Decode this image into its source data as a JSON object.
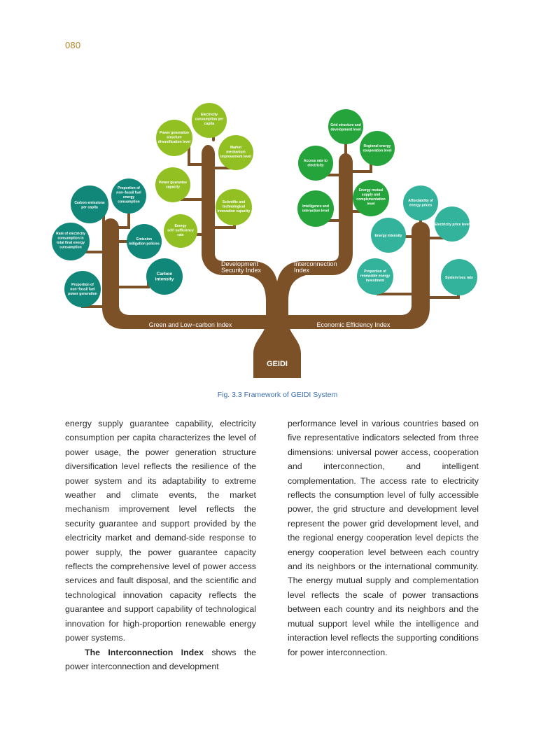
{
  "page_number": "080",
  "figure": {
    "trunk_label": "GEIDI",
    "branches": {
      "green": "Green and Low−carbon Index",
      "economic": "Economic Efficiency Index",
      "development": [
        "Development",
        "Security Index"
      ],
      "interconnection": [
        "Interconnection",
        "Index"
      ]
    },
    "nodes": {
      "carbon_emissions": [
        "Carbon emissions",
        "per capita"
      ],
      "non_fossil_consumption": [
        "Proportion of",
        "non−fossil fuel",
        "energy",
        "consumption"
      ],
      "rate_electricity": [
        "Rate of electricity",
        "consumption in",
        "total final energy",
        "consumption"
      ],
      "emission_policies": [
        "Emission",
        "mitigation policies"
      ],
      "carbon_intensity": [
        "Carbon",
        "intensity"
      ],
      "non_fossil_generation": [
        "Proportion of",
        "non−fossil fuel",
        "power generation"
      ],
      "electricity_consumption": [
        "Electricity",
        "consumption per",
        "capita"
      ],
      "generation_structure": [
        "Power generation",
        "structure",
        "diversification level"
      ],
      "market_mechanism": [
        "Market",
        "mechanism",
        "improvement level"
      ],
      "power_guarantee": [
        "Power guarantee",
        "capacity"
      ],
      "scientific_innovation": [
        "Scientific and",
        "technological",
        "innovation capacity"
      ],
      "energy_self_sufficiency": [
        "Energy",
        "self−sufficiency",
        "rate"
      ],
      "grid_structure": [
        "Grid structure and",
        "development level"
      ],
      "regional_cooperation": [
        "Regional energy",
        "cooperation level"
      ],
      "access_rate": [
        "Access rate to",
        "electricity"
      ],
      "energy_mutual_supply": [
        "Energy mutual",
        "supply and",
        "complementation",
        "level"
      ],
      "intelligence_interaction": [
        "Intelligence and",
        "interaction level"
      ],
      "affordability": [
        "Affordability of",
        "energy prices"
      ],
      "electricity_price": [
        "Electricity price level"
      ],
      "energy_intensity": [
        "Energy intensity"
      ],
      "renewable_investment": [
        "Proportion of",
        "renewable energy",
        "investment"
      ],
      "system_loss": [
        "System loss rate"
      ]
    }
  },
  "caption": "Fig. 3.3    Framework of GEIDI System",
  "text": {
    "left_para1": "energy supply guarantee capability, electricity consumption per capita characterizes the level of power usage, the power generation structure diversification level reflects the resilience of the power system and its adaptability to extreme weather and climate events, the market mechanism improvement level reflects the security guarantee and support provided by the electricity market and demand-side response to power supply, the power guarantee capacity reflects the comprehensive level of power access services and fault disposal, and the scientific and technological innovation capacity reflects the guarantee and support capability of technological innovation for high-proportion renewable energy power systems.",
    "left_para2_strong": "The Interconnection Index",
    "left_para2_rest": " shows the power interconnection and development",
    "right_para": "performance level in various countries based on five representative indicators selected from three dimensions: universal power access, cooperation and interconnection, and intelligent complementation. The access rate to electricity reflects the consumption level of fully accessible power, the grid structure and development level represent the power grid development level, and the regional energy cooperation level depicts the energy cooperation level between each country and its neighbors or the international community. The energy mutual supply and complementation level reflects the scale of power transactions between each country and its neighbors and the mutual support level while the intelligence and interaction level reflects the supporting conditions for power interconnection."
  },
  "colors": {
    "page_number": "#b4862b",
    "trunk": "#7d5128",
    "teal": "#11877a",
    "light_green": "#92c023",
    "green": "#26a43c",
    "aqua": "#33b39b",
    "caption": "#3b6fae"
  }
}
